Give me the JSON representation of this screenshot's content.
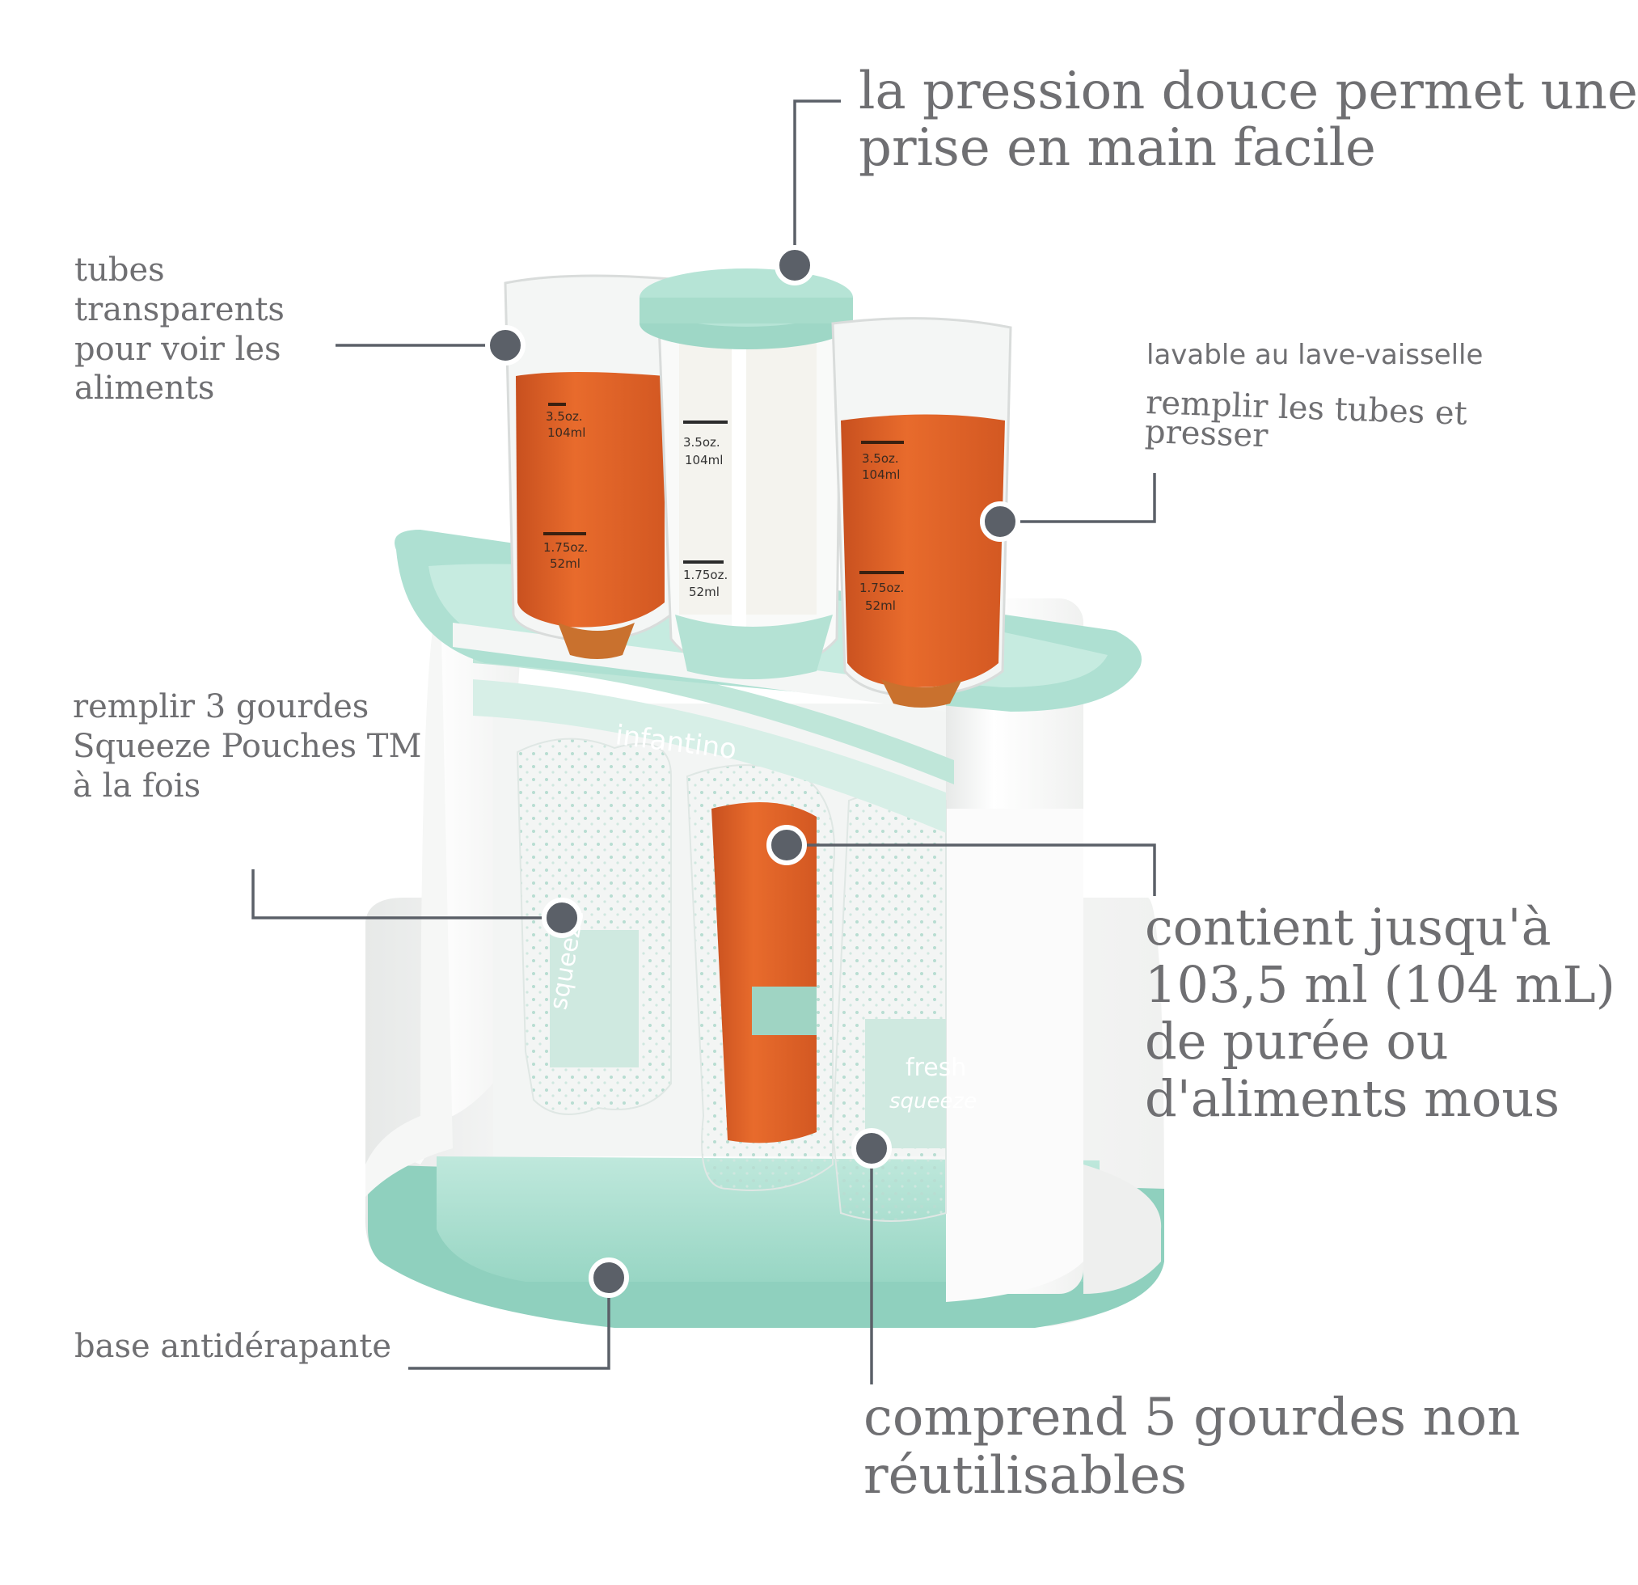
{
  "callouts": {
    "top_pressure": [
      "la pression douce permet une",
      "prise en main facile"
    ],
    "tubes": [
      "tubes",
      "transparents",
      "pour voir les",
      "aliments"
    ],
    "dishwasher": "lavable au lave-vaisselle",
    "fill_press": [
      "remplir les tubes et",
      "presser"
    ],
    "fill_pouches": [
      "remplir 3 gourdes",
      "Squeeze Pouches TM",
      "à la fois"
    ],
    "capacity": [
      "contient jusqu'à",
      "103,5 ml (104 mL)",
      "de purée ou",
      "d'aliments mous"
    ],
    "base": "base antidérapante",
    "includes": [
      "comprend 5 gourdes non",
      "réutilisables"
    ]
  },
  "product": {
    "brand": "infantino",
    "tube_labels": {
      "left_top": [
        "3.5oz.",
        "104ml"
      ],
      "left_bottom": [
        "1.75oz.",
        "52ml"
      ],
      "mid_top": [
        "3.5oz.",
        "104ml"
      ],
      "mid_bottom": [
        "1.75oz.",
        "52ml"
      ],
      "right_top": [
        "3.5oz.",
        "104ml"
      ],
      "right_bottom": [
        "1.75oz.",
        "52ml"
      ]
    },
    "pouch_text": [
      "squeeze",
      "fresh",
      "squeeze"
    ]
  },
  "colors": {
    "mint": "#a9dfd0",
    "mint_dark": "#8ccfbd",
    "puree": "#e0652a",
    "text": "#6f6f72",
    "leader": "#5b6068"
  }
}
